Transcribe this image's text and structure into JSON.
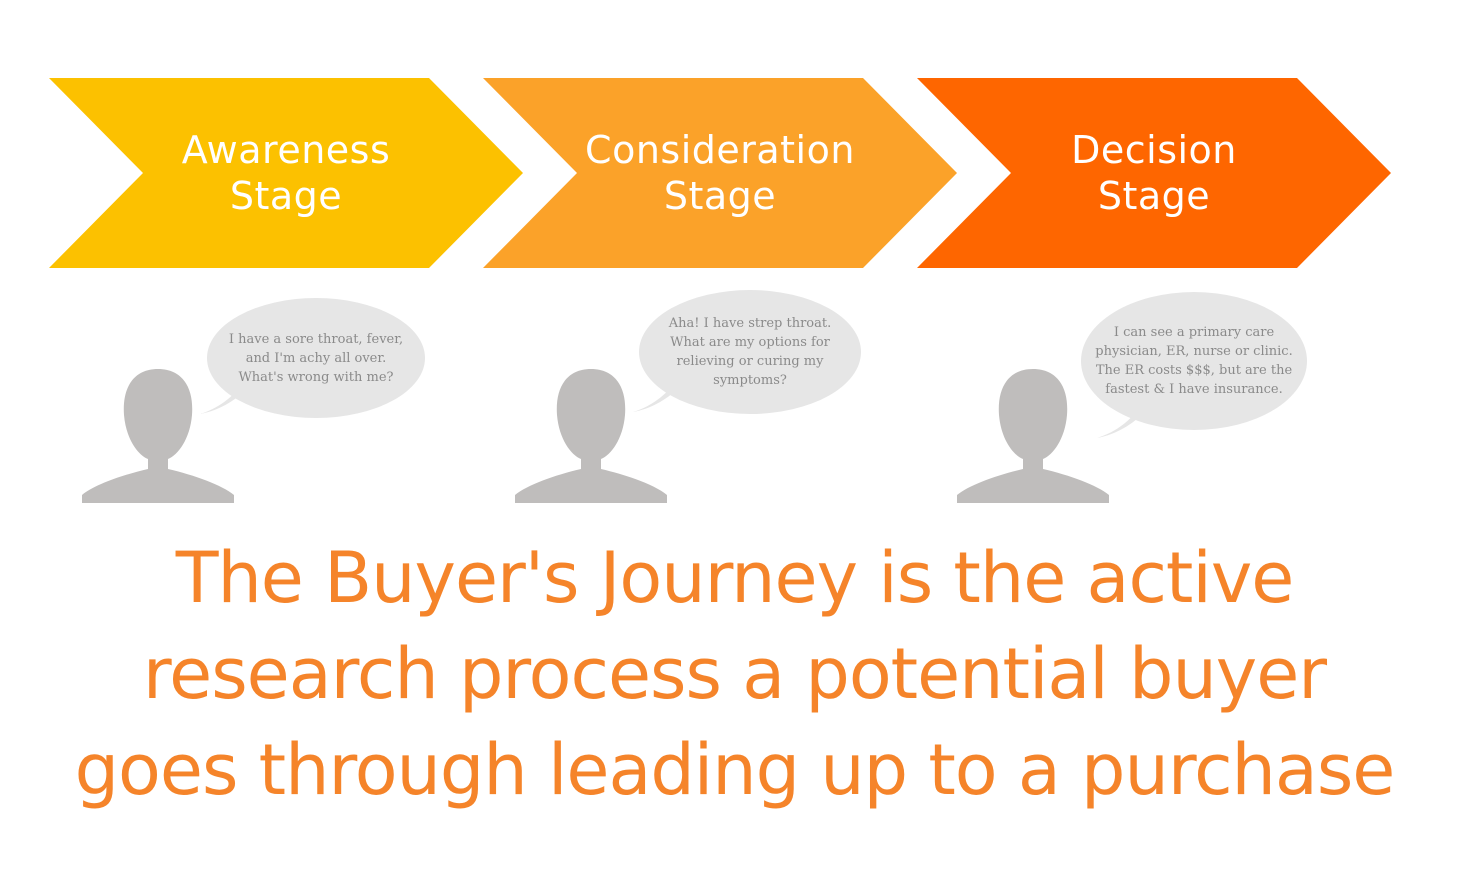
{
  "stages": [
    {
      "line1": "Awareness",
      "line2": "Stage",
      "color": "#fcc100"
    },
    {
      "line1": "Consideration",
      "line2": "Stage",
      "color": "#fba229"
    },
    {
      "line1": "Decision",
      "line2": "Stage",
      "color": "#fe6600"
    }
  ],
  "personas": [
    {
      "icon": "person-icon",
      "bubble": [
        "I have a sore throat, fever,",
        "and I'm achy all over.",
        "What's wrong with me?"
      ]
    },
    {
      "icon": "person-icon",
      "bubble": [
        "Aha! I have strep throat.",
        "What are my options for",
        "relieving or curing my",
        "symptoms?"
      ]
    },
    {
      "icon": "person-icon",
      "bubble": [
        "I can see a primary care",
        "physician, ER, nurse or clinic.",
        "The ER costs $$$, but are the",
        "fastest & I have insurance."
      ]
    }
  ],
  "headline": {
    "line1": "The Buyer's Journey is the active",
    "line2": "research process a potential buyer",
    "line3": "goes through leading up to a purchase",
    "color": "#f5842a"
  },
  "colors": {
    "person": "#bfbdbc",
    "bubble": "#e6e6e6",
    "bubble_text": "#8a8a8a"
  }
}
